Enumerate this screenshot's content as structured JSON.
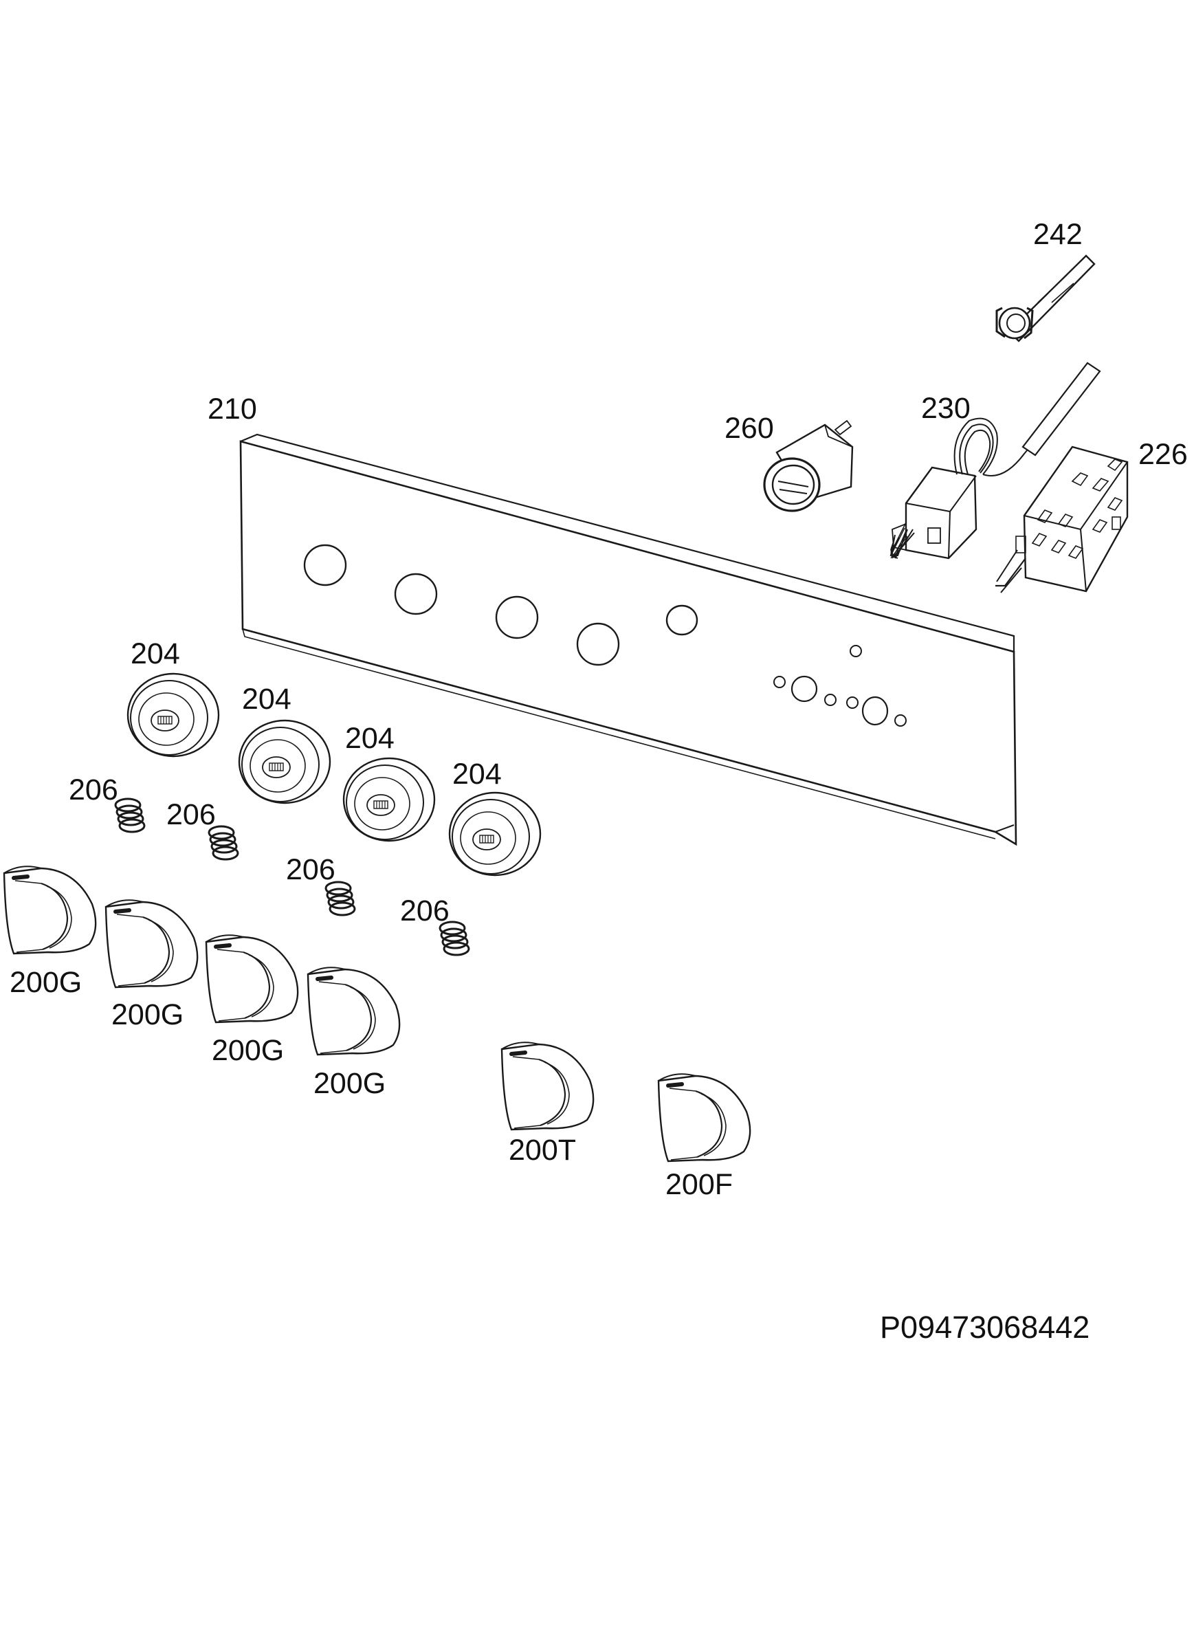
{
  "diagram": {
    "drawing_number": "P09473068442",
    "line_color": "#1a1a1a",
    "parts": [
      {
        "ref": "242",
        "component": "ignition-switch"
      },
      {
        "ref": "210",
        "component": "control-panel"
      },
      {
        "ref": "260",
        "component": "indicator-lamp"
      },
      {
        "ref": "230",
        "component": "thermostat"
      },
      {
        "ref": "226",
        "component": "selector-switch"
      },
      {
        "ref": "204",
        "component": "knob-bezel"
      },
      {
        "ref": "204",
        "component": "knob-bezel"
      },
      {
        "ref": "204",
        "component": "knob-bezel"
      },
      {
        "ref": "204",
        "component": "knob-bezel"
      },
      {
        "ref": "206",
        "component": "spring"
      },
      {
        "ref": "206",
        "component": "spring"
      },
      {
        "ref": "206",
        "component": "spring"
      },
      {
        "ref": "206",
        "component": "spring"
      },
      {
        "ref": "200G",
        "component": "gas-knob"
      },
      {
        "ref": "200G",
        "component": "gas-knob"
      },
      {
        "ref": "200G",
        "component": "gas-knob"
      },
      {
        "ref": "200G",
        "component": "gas-knob"
      },
      {
        "ref": "200T",
        "component": "thermostat-knob"
      },
      {
        "ref": "200F",
        "component": "function-knob"
      }
    ]
  }
}
